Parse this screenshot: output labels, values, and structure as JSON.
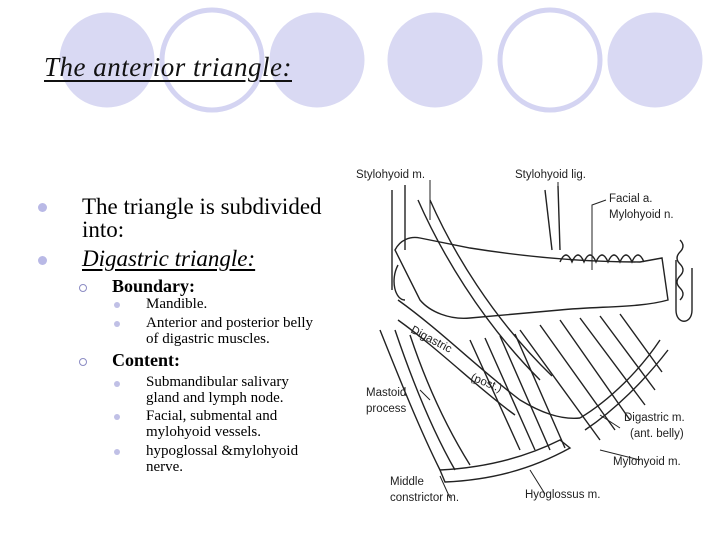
{
  "slide": {
    "title": "The anterior triangle:",
    "bullets": [
      {
        "line1": "The triangle is subdivided",
        "line2": "into:"
      },
      {
        "text": "Digastric triangle:"
      }
    ],
    "boundary": {
      "heading": "Boundary:",
      "items": [
        {
          "line1": "Mandible.",
          "line2": ""
        },
        {
          "line1": "Anterior and posterior belly",
          "line2": "of digastric muscles."
        }
      ]
    },
    "content": {
      "heading": "Content:",
      "items": [
        {
          "line1": "Submandibular salivary",
          "line2": "gland and lymph node."
        },
        {
          "line1": "Facial, submental and",
          "line2": "mylohyoid vessels."
        },
        {
          "line1": "hypoglossal &mylohyoid",
          "line2": "nerve."
        }
      ]
    }
  },
  "figure": {
    "labels": {
      "stylohyoid_m": "Stylohyoid m.",
      "stylohyoid_lig": "Stylohyoid lig.",
      "facial_a": "Facial a.",
      "mylohyoid_n": "Mylohyoid n.",
      "digastric_post_1": "Digastric",
      "digastric_post_2": "(post.)",
      "mastoid_1": "Mastoid",
      "mastoid_2": "process",
      "digastric_m": "Digastric m.",
      "ant_belly": "(ant. belly)",
      "mylohyoid_m": "Mylohyoid m.",
      "middle_1": "Middle",
      "middle_2": "constrictor m.",
      "hyoglossus_m": "Hyoglossus m."
    }
  },
  "colors": {
    "circle_fill": "#d4d4f2",
    "circle_ring": "#ffffff",
    "bullet": "#b9b9e6"
  }
}
